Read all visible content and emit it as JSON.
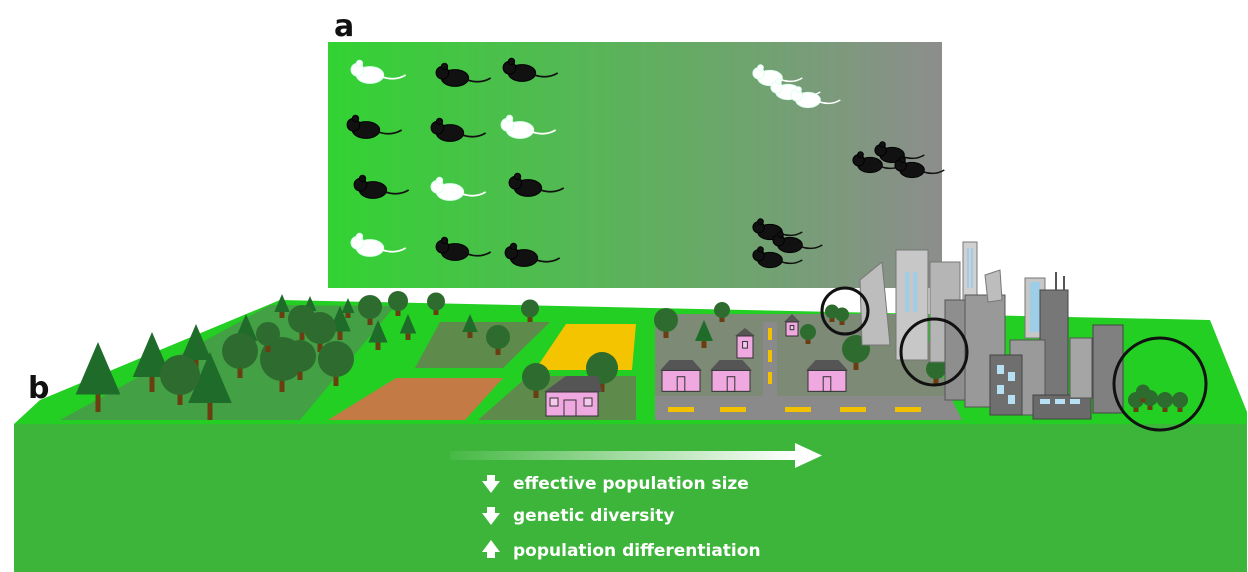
{
  "panels": {
    "a_label": "a",
    "b_label": "b"
  },
  "legend": {
    "items": [
      {
        "direction": "down",
        "text": "effective population size"
      },
      {
        "direction": "down",
        "text": "genetic diversity"
      },
      {
        "direction": "up",
        "text": "population differentiation"
      }
    ]
  },
  "colors": {
    "ground_front": "#3cb53a",
    "ground_top": "#1fd11f",
    "gradient_left": "#35d335",
    "gradient_right": "#8f8f8f",
    "forest_patch": "#43a043",
    "farm_patch": "#5c8a4a",
    "field_brown": "#c47a45",
    "field_yellow": "#f2c200",
    "suburb_patch": "#7c8a76",
    "road": "#8a8a8a",
    "road_marks": "#f2c200",
    "house_pink": "#f0a8e0",
    "tree_dark": "#1f6b2a",
    "tree_canopy": "#2e7d32",
    "trunk": "#6b3d12",
    "city_gray": "#8a8a8a"
  }
}
